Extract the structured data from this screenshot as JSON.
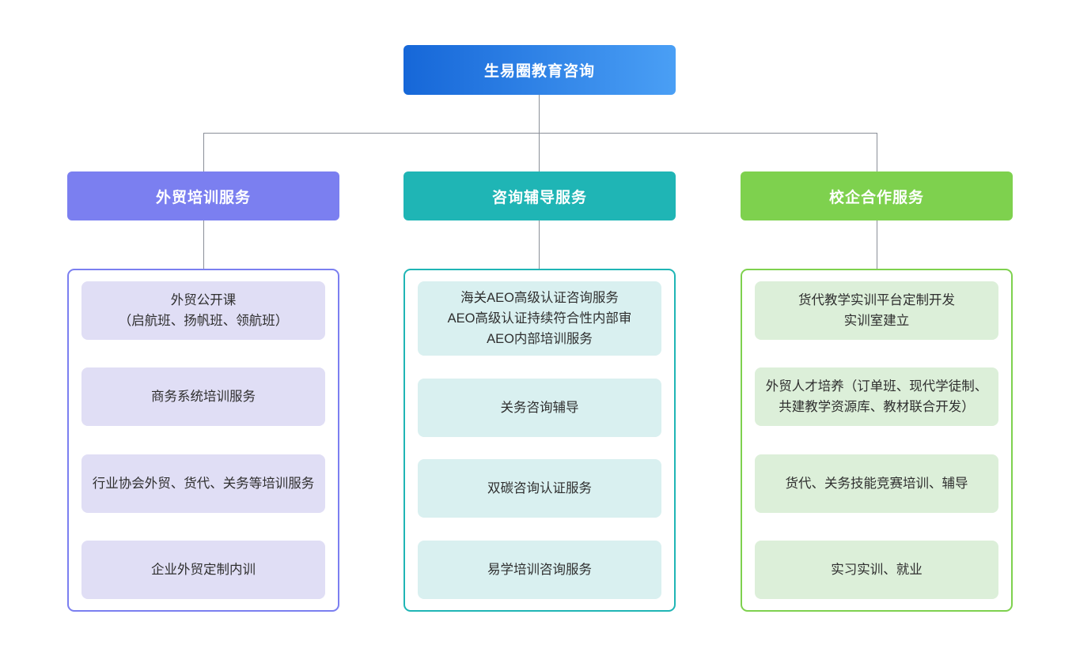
{
  "root": {
    "label": "生易圈教育咨询",
    "gradient_from": "#1667d8",
    "gradient_to": "#4a9ff5"
  },
  "connector_color": "#8a8f98",
  "branches": [
    {
      "header": "外贸培训服务",
      "header_color": "#7b7ff0",
      "panel_border": "#7b7ff0",
      "card_bg": "#e0def5",
      "items": [
        "外贸公开课\n（启航班、扬帆班、领航班）",
        "商务系统培训服务",
        "行业协会外贸、货代、关务等培训服务",
        "企业外贸定制内训"
      ]
    },
    {
      "header": "咨询辅导服务",
      "header_color": "#1fb5b5",
      "panel_border": "#1fb5b5",
      "card_bg": "#d9f0f0",
      "items": [
        "海关AEO高级认证咨询服务\nAEO高级认证持续符合性内部审\nAEO内部培训服务",
        "关务咨询辅导",
        "双碳咨询认证服务",
        "易学培训咨询服务"
      ]
    },
    {
      "header": "校企合作服务",
      "header_color": "#7ed14e",
      "panel_border": "#7ed14e",
      "card_bg": "#dcefd9",
      "items": [
        "货代教学实训平台定制开发\n实训室建立",
        "外贸人才培养（订单班、现代学徒制、共建教学资源库、教材联合开发）",
        "货代、关务技能竞赛培训、辅导",
        "实习实训、就业"
      ]
    }
  ]
}
